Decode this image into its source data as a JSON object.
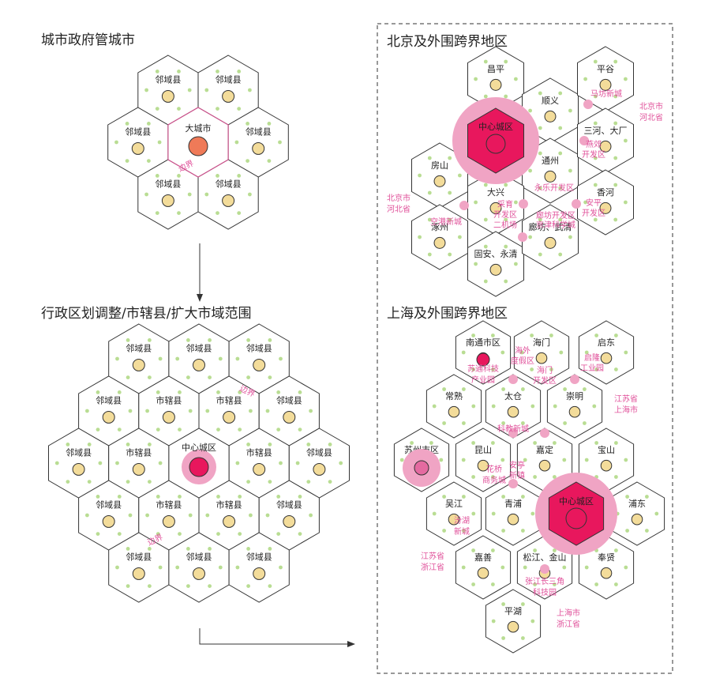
{
  "panels": {
    "p1": {
      "title": "城市政府管城市",
      "center_label": "大城市",
      "neighbor_label": "邻域县",
      "boundary_label": "边界"
    },
    "p2": {
      "title": "行政区划调整/市辖县/扩大市域范围",
      "center_label": "中心城区",
      "ring1_label": "市辖县",
      "outer_label": "邻域县",
      "boundary_label": "边界"
    },
    "p3": {
      "title": "北京及外围跨界地区",
      "cells": [
        "昌平",
        "顺义",
        "平谷",
        "中心城区",
        "房山",
        "通州",
        "三河、大厂",
        "大兴",
        "香河",
        "涿州",
        "固安、永清",
        "廊坊、武清"
      ],
      "annotations": [
        "马坊新城",
        "北京市",
        "河北省",
        "燕郊",
        "开发区",
        "永乐开发区",
        "北京市",
        "河北省",
        "采育",
        "开发区",
        "二机场",
        "空港新城",
        "廊坊开发区",
        "京津科学城",
        "安平",
        "开发区"
      ]
    },
    "p4": {
      "title": "上海及外围跨界地区",
      "cells": [
        "南通市区",
        "海门",
        "启东",
        "常熟",
        "太仓",
        "崇明",
        "苏州市区",
        "昆山",
        "嘉定",
        "宝山",
        "吴江",
        "青浦",
        "中心城区",
        "浦东",
        "嘉善",
        "松江、金山",
        "奉贤",
        "平湖"
      ],
      "annotations": [
        "海外",
        "度假区",
        "苏通科技",
        "产业园",
        "启隆",
        "工业园",
        "海门",
        "开发区",
        "江苏省",
        "上海市",
        "科教新城",
        "花桥",
        "商务城",
        "安亭",
        "新镇",
        "汾湖",
        "新城",
        "江苏省",
        "浙江省",
        "张江长三角",
        "科技园",
        "上海市",
        "浙江省"
      ]
    }
  },
  "colors": {
    "hex_stroke": "#333333",
    "green_dot": "#b9dd93",
    "county_dot": "#f3dc9a",
    "pink_label": "#e0509a",
    "core_fill": "#e8175d",
    "core_halo": "#f0a4c4",
    "big_city": "#ef7a58"
  }
}
